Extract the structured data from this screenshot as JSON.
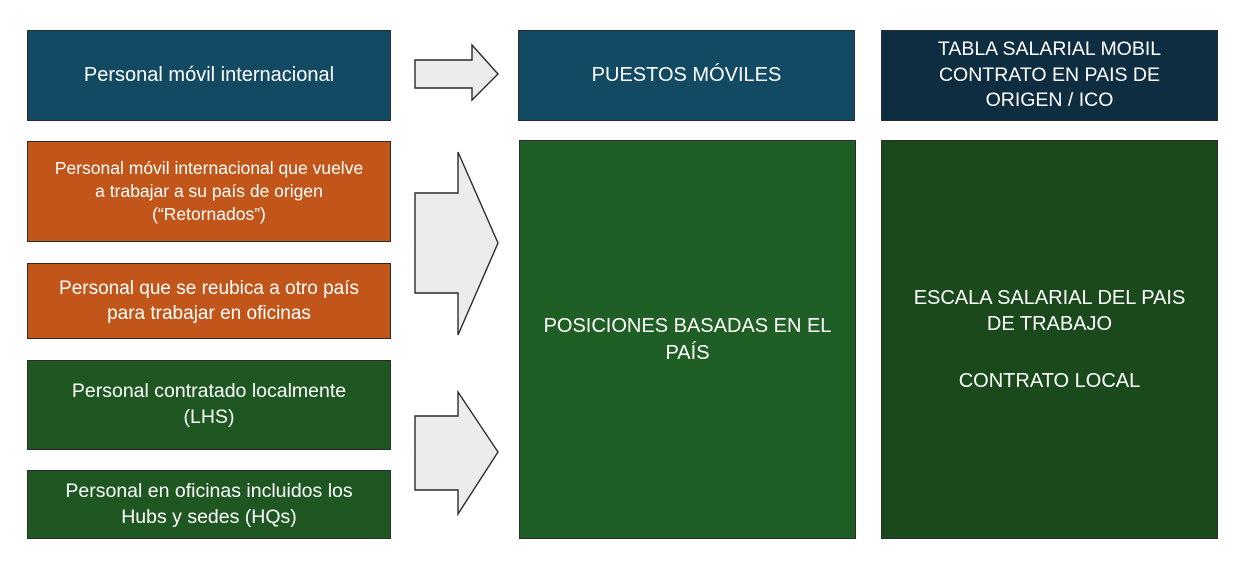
{
  "left_boxes": {
    "mobile": "Personal móvil internacional",
    "returnees": "Personal móvil internacional que vuelve a trabajar a su país de origen (“Retornados”)",
    "relocated": "Personal que se reubica a otro país para trabajar en oficinas",
    "local_hire": "Personal contratado localmente (LHS)",
    "offices": "Personal en oficinas incluidos los Hubs y sedes (HQs)"
  },
  "middle_boxes": {
    "mobile_posts": "PUESTOS MÓVILES",
    "country_positions": "POSICIONES BASADAS EN EL PAÍS"
  },
  "right_boxes": {
    "mobile_salary": "TABLA SALARIAL MOBIL CONTRATO EN PAIS DE ORIGEN / ICO",
    "local_scale_line1": "ESCALA SALARIAL DEL PAIS DE TRABAJO",
    "local_scale_line2": "CONTRATO LOCAL"
  },
  "colors": {
    "blue": "#134a63",
    "navy": "#0f2d40",
    "orange": "#c2561a",
    "green": "#1e5722",
    "dark_green": "#1a4a1c",
    "arrow_fill": "#ececec"
  }
}
